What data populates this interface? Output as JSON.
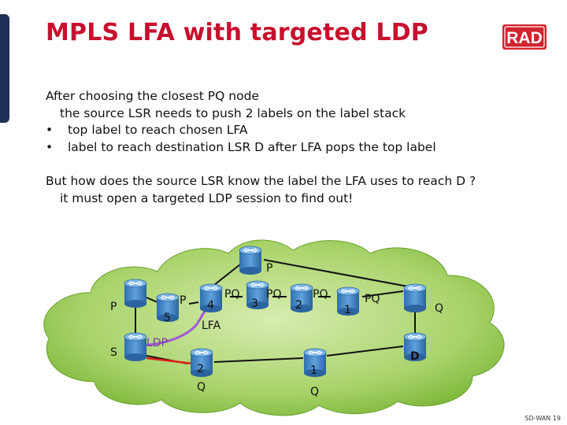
{
  "slide": {
    "title": "MPLS LFA with targeted LDP",
    "logo_text": "RAD",
    "lines": [
      "After choosing the closest PQ node",
      "the source LSR needs to push 2 labels on the label stack",
      "top label to reach chosen LFA",
      "label to reach destination LSR D after LFA pops the top label",
      "But how does the source LSR know the label the LFA uses to reach D ?",
      "it must open a targeted LDP session to find out!"
    ],
    "footer": "SD-WAN 19"
  },
  "diagram": {
    "nodes": [
      {
        "id": "p-left",
        "label": "P"
      },
      {
        "id": "source",
        "label": "S"
      },
      {
        "id": "node-5",
        "number": "5",
        "label": "P"
      },
      {
        "id": "node-4",
        "number": "4",
        "label": "PQ",
        "sublabel": "LFA"
      },
      {
        "id": "top",
        "label": "P"
      },
      {
        "id": "node-3",
        "number": "3",
        "label": "PQ"
      },
      {
        "id": "node-2-top",
        "number": "2",
        "label": "PQ"
      },
      {
        "id": "node-1-top",
        "number": "1",
        "label": "PQ"
      },
      {
        "id": "q-right",
        "label": "Q"
      },
      {
        "id": "dest",
        "label": "D"
      },
      {
        "id": "node-2-bottom",
        "number": "2",
        "label": "Q"
      },
      {
        "id": "node-1-bottom",
        "number": "1",
        "label": "Q"
      }
    ],
    "ldp_label": "LDP",
    "colors": {
      "cloud": "#8cc24a",
      "router": "#3f86c8",
      "ldp_link": "#a05bd3",
      "primary_path": "#e0201b",
      "link": "#111111",
      "title": "#c8102e",
      "logo": "#d3232e"
    }
  }
}
